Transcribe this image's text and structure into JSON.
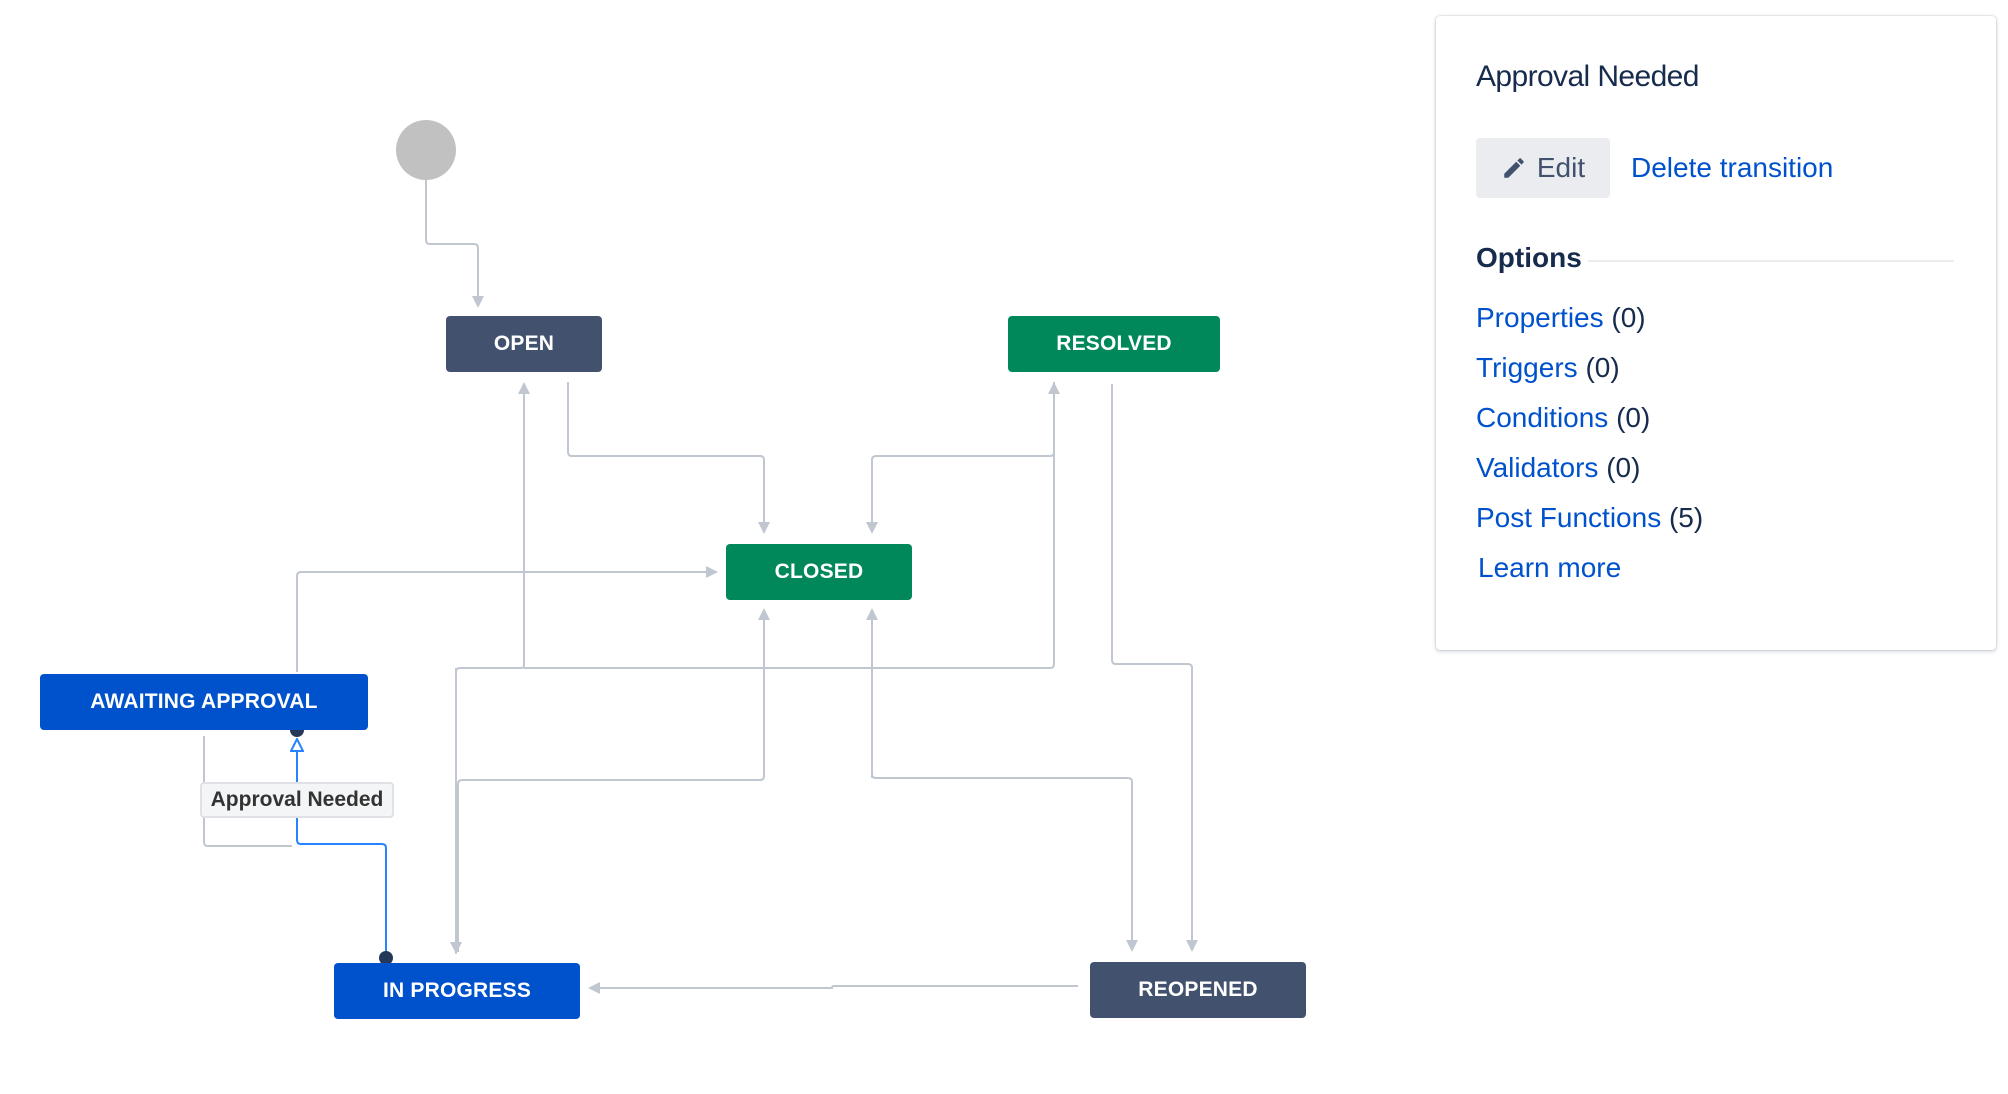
{
  "diagram": {
    "statuses": {
      "open": "OPEN",
      "resolved": "RESOLVED",
      "closed": "CLOSED",
      "awaiting_approval": "AWAITING APPROVAL",
      "in_progress": "IN PROGRESS",
      "reopened": "REOPENED"
    },
    "selected_transition_label": "Approval Needed",
    "colors": {
      "todo": "#42526e",
      "done": "#00875a",
      "in_progress": "#0052cc",
      "connector": "#c1c7d0",
      "selected_connector": "#2684ff"
    }
  },
  "panel": {
    "title": "Approval Needed",
    "edit_label": "Edit",
    "edit_icon": "pencil-icon",
    "delete_label": "Delete transition",
    "options_heading": "Options",
    "options": [
      {
        "label": "Properties",
        "count": "(0)"
      },
      {
        "label": "Triggers",
        "count": "(0)"
      },
      {
        "label": "Conditions",
        "count": "(0)"
      },
      {
        "label": "Validators",
        "count": "(0)"
      },
      {
        "label": "Post Functions",
        "count": "(5)"
      }
    ],
    "learn_more": "Learn more"
  }
}
